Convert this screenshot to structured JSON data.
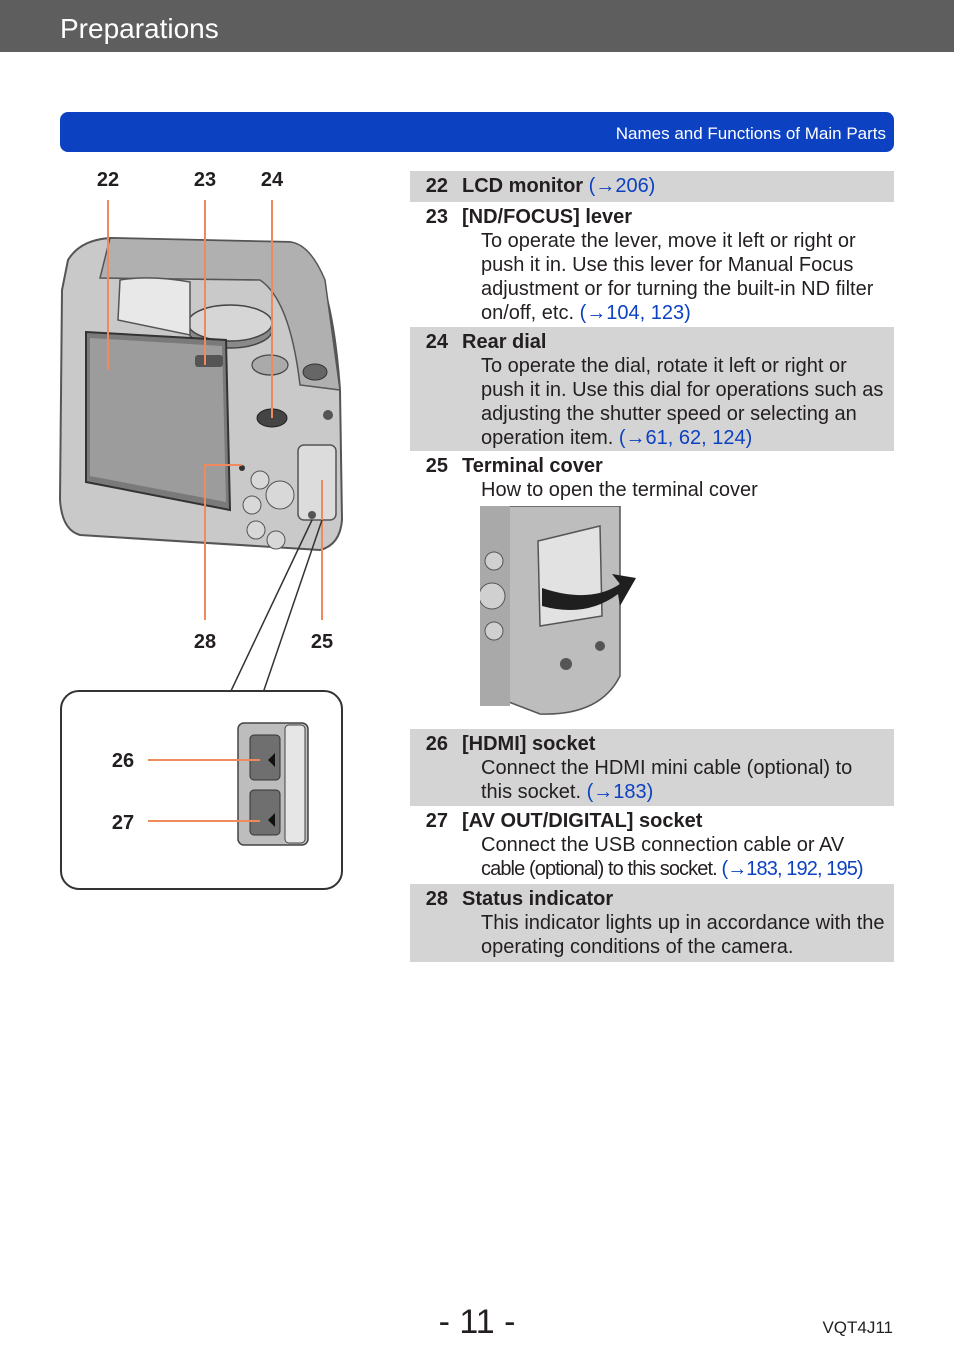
{
  "header": {
    "title": "Preparations"
  },
  "section": {
    "label": "Names and Functions of Main Parts"
  },
  "callouts": {
    "c22": "22",
    "c23": "23",
    "c24": "24",
    "c28": "28",
    "c25": "25",
    "c26": "26",
    "c27": "27"
  },
  "items": [
    {
      "num": "22",
      "name": "LCD monitor",
      "ref": "(→206)",
      "desc": ""
    },
    {
      "num": "23",
      "name": "[ND/FOCUS] lever",
      "desc": "To operate the lever, move it left or right or push it in. Use this lever for Manual Focus adjustment or for turning the built-in ND filter on/off, etc. ",
      "ref": "(→104, 123)"
    },
    {
      "num": "24",
      "name": "Rear dial",
      "desc": "To operate the dial, rotate it left or right or push it in. Use this dial for operations such as adjusting the shutter speed or selecting an operation item. ",
      "ref": "(→61, 62, 124)"
    },
    {
      "num": "25",
      "name": "Terminal cover",
      "desc": "How to open the terminal cover",
      "ref": ""
    },
    {
      "num": "26",
      "name": "[HDMI] socket",
      "desc": "Connect the HDMI mini cable (optional) to this socket. ",
      "ref": "(→183)"
    },
    {
      "num": "27",
      "name": "[AV OUT/DIGITAL] socket",
      "desc": "Connect the USB connection cable or AV",
      "desc2": "cable (optional) to this socket. ",
      "ref": "(→183, 192, 195)"
    },
    {
      "num": "28",
      "name": "Status indicator",
      "desc": "This indicator lights up in accordance with the operating conditions of the camera.",
      "ref": ""
    }
  ],
  "footer": {
    "page": "- 11 -",
    "code": "VQT4J11"
  }
}
